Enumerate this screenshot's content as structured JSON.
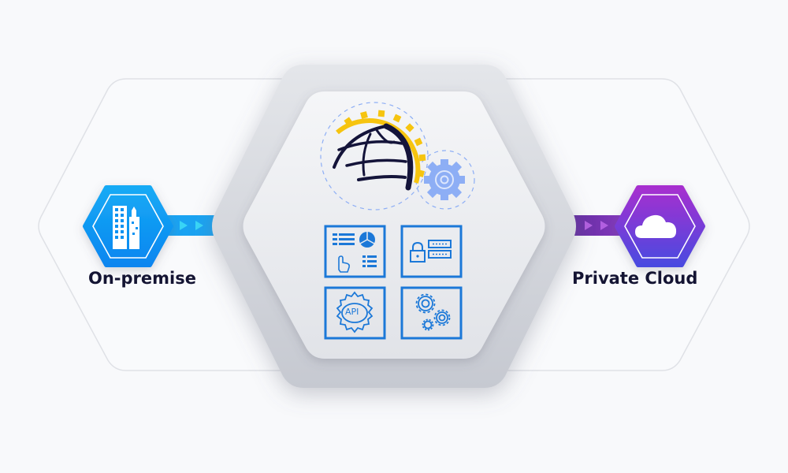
{
  "diagram": {
    "nodes": [
      {
        "id": "on_premise",
        "label": "On-premise",
        "icon": "buildings-icon",
        "color_top": "#16aaf5",
        "color_bottom": "#0a86f0"
      },
      {
        "id": "hub",
        "label": "",
        "icon": "globe-gear-logo"
      },
      {
        "id": "private_cloud",
        "label": "Private Cloud",
        "icon": "cloud-icon",
        "color_top": "#a62fcf",
        "color_bottom": "#4a4ae0"
      }
    ],
    "hub_features": [
      {
        "icon": "dashboard-icon"
      },
      {
        "icon": "lock-server-icon"
      },
      {
        "icon": "api-gear-icon",
        "text": "API"
      },
      {
        "icon": "gears-icon"
      }
    ],
    "connectors": [
      {
        "from": "on_premise",
        "to": "hub",
        "color": "#1aa3f2",
        "arrows": 2
      },
      {
        "from": "hub",
        "to": "private_cloud",
        "color": "#7a3ab8",
        "arrows": 2
      }
    ],
    "colors": {
      "background": "#f8f9fb",
      "outer_outline": "#dfe1e6",
      "hub_outer": "#cfd2d9",
      "hub_inner": "#eceef1",
      "feature_stroke": "#1b78d8",
      "logo_dark": "#14143a",
      "logo_gold": "#f6c40f",
      "gear_blue": "#8daef5"
    }
  },
  "labels": {
    "left": "On-premise",
    "right": "Private Cloud",
    "api": "API"
  }
}
